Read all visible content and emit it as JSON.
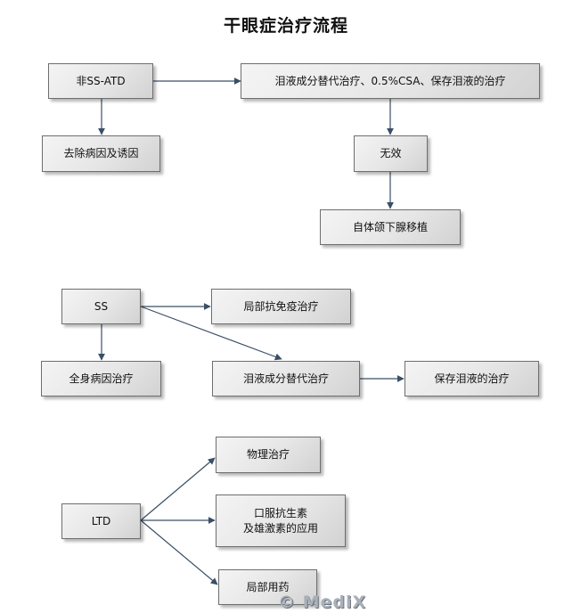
{
  "title": "干眼症治疗流程",
  "watermark": "© MediX",
  "colors": {
    "connector": "#3a4f66",
    "box_border": "#6e6e6e",
    "box_fill": "#e6e6e6"
  },
  "nodes": {
    "non_ss_atd": "非SS-ATD",
    "tear_replacement_csa": "泪液成分替代治疗、0.5%CSA、保存泪液的治疗",
    "remove_causes": "去除病因及诱因",
    "ineffective": "无效",
    "gland_transplant": "自体颌下腺移植",
    "ss": "SS",
    "local_immune": "局部抗免疫治疗",
    "systemic_cause": "全身病因治疗",
    "tear_replacement": "泪液成分替代治疗",
    "tear_preservation": "保存泪液的治疗",
    "ltd": "LTD",
    "physical": "物理治疗",
    "oral_antibiotics": "口服抗生素\n及雄激素的应用",
    "local_medication": "局部用药"
  }
}
